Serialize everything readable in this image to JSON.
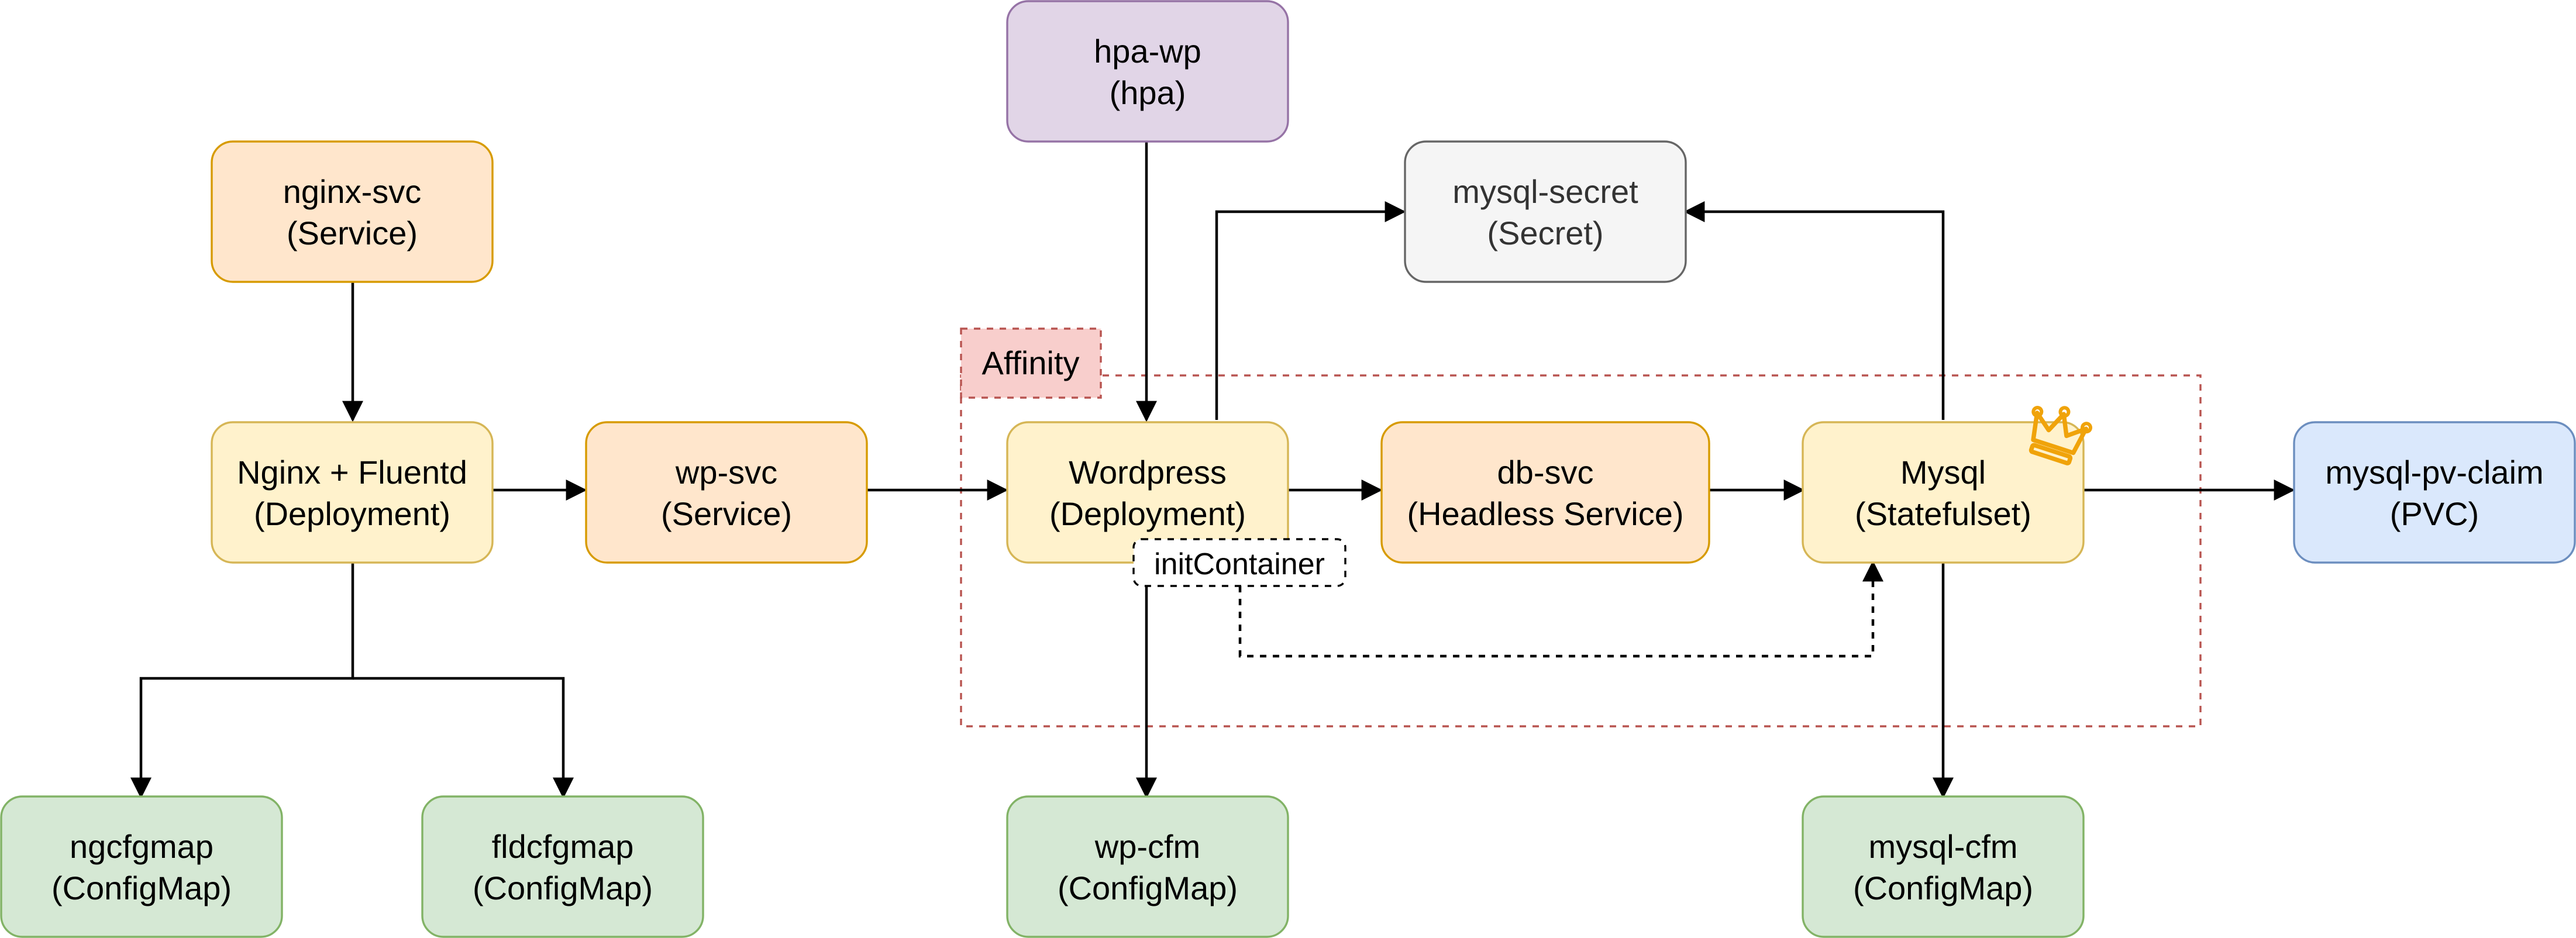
{
  "diagram": {
    "nodes": {
      "nginx_svc": {
        "line1": "nginx-svc",
        "line2": "(Service)"
      },
      "nginx_deploy": {
        "line1": "Nginx + Fluentd",
        "line2": "(Deployment)"
      },
      "wp_svc": {
        "line1": "wp-svc",
        "line2": "(Service)"
      },
      "hpa_wp": {
        "line1": "hpa-wp",
        "line2": "(hpa)"
      },
      "wordpress": {
        "line1": "Wordpress",
        "line2": "(Deployment)"
      },
      "db_svc": {
        "line1": "db-svc",
        "line2": "(Headless Service)"
      },
      "mysql": {
        "line1": "Mysql",
        "line2": "(Statefulset)"
      },
      "mysql_secret": {
        "line1": "mysql-secret",
        "line2": "(Secret)"
      },
      "mysql_pvc": {
        "line1": "mysql-pv-claim",
        "line2": "(PVC)"
      },
      "ngcfgmap": {
        "line1": "ngcfgmap",
        "line2": "(ConfigMap)"
      },
      "fldcfgmap": {
        "line1": "fldcfgmap",
        "line2": "(ConfigMap)"
      },
      "wp_cfm": {
        "line1": "wp-cfm",
        "line2": "(ConfigMap)"
      },
      "mysql_cfm": {
        "line1": "mysql-cfm",
        "line2": "(ConfigMap)"
      }
    },
    "labels": {
      "affinity": "Affinity",
      "init_container": "initContainer"
    },
    "icons": {
      "crown": "crown-icon"
    },
    "colors": {
      "service_fill": "#ffe6cc",
      "service_stroke": "#d79b00",
      "deployment_fill": "#fff2cc",
      "deployment_stroke": "#d6b656",
      "hpa_fill": "#e1d5e7",
      "hpa_stroke": "#9673a6",
      "secret_fill": "#f5f5f5",
      "secret_stroke": "#666666",
      "pvc_fill": "#dae8fc",
      "pvc_stroke": "#6c8ebf",
      "configmap_fill": "#d5e8d4",
      "configmap_stroke": "#82b366",
      "affinity_fill": "#f8cecc",
      "affinity_stroke": "#b85450",
      "crown": "#f0a30a"
    }
  }
}
